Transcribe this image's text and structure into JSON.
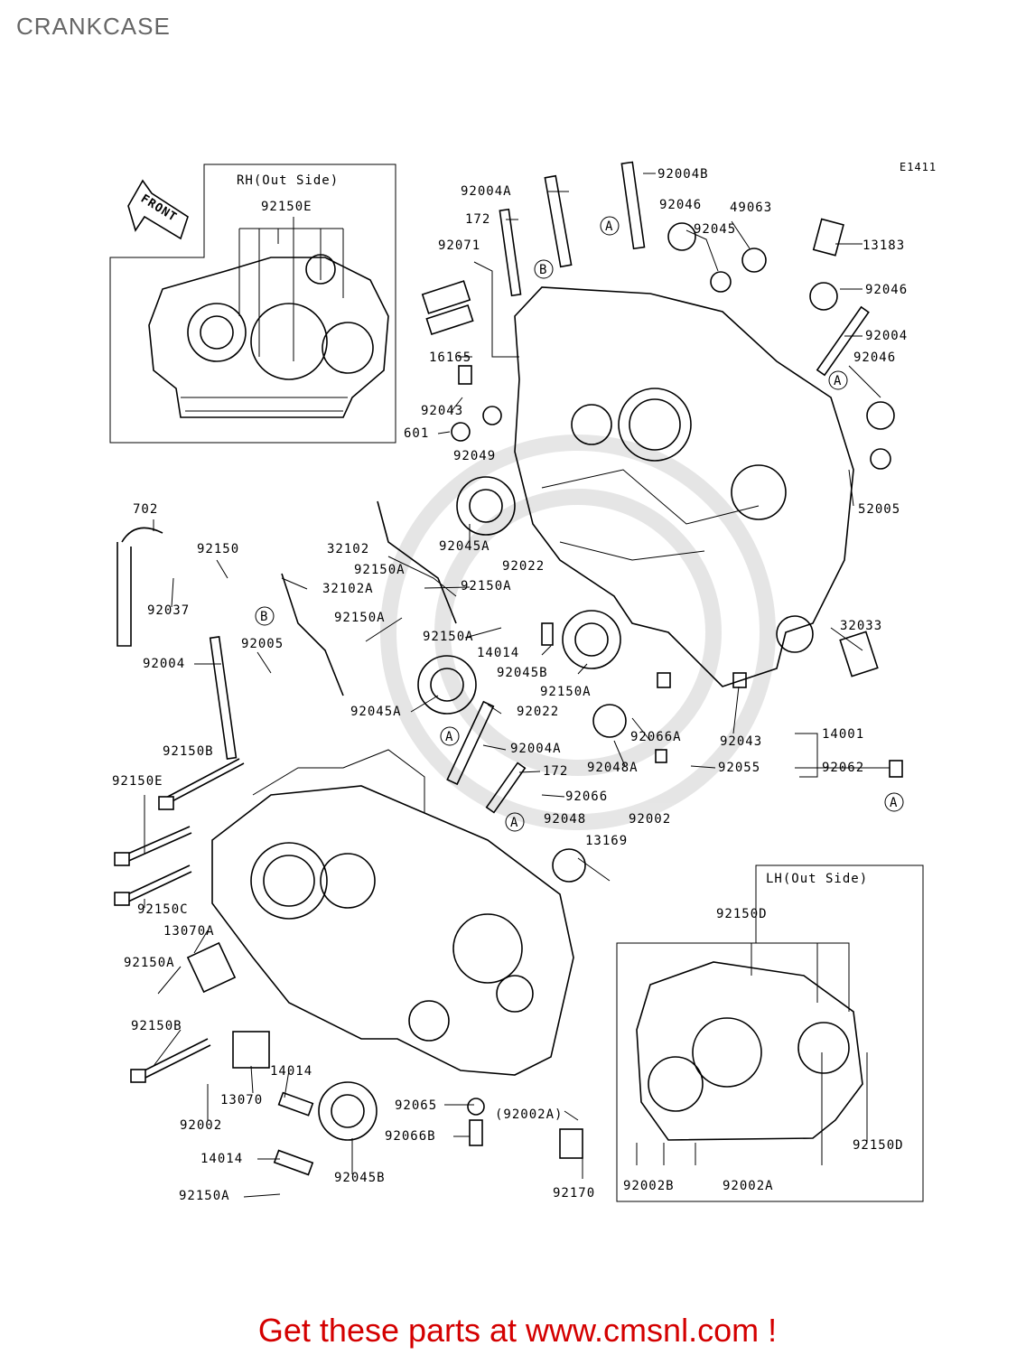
{
  "page": {
    "title": "CRANKCASE"
  },
  "footer": {
    "link_text": "Get these parts at www.cmsnl.com !"
  },
  "diagram": {
    "code": "E1411",
    "insets": {
      "rh": {
        "title": "RH(Out Side)",
        "part": "92150E"
      },
      "lh": {
        "title": "LH(Out Side)",
        "parts": [
          "92150D",
          "92150D",
          "92002B",
          "92002A"
        ]
      }
    },
    "front_arrow": "FRONT",
    "callout_letters": [
      "A",
      "B"
    ],
    "callouts": [
      "92004B",
      "92004A",
      "172",
      "92071",
      "16165",
      "92043",
      "601",
      "92049",
      "92046",
      "92045",
      "49063",
      "13183",
      "92046",
      "92004",
      "92046",
      "52005",
      "92045A",
      "32102",
      "92150A",
      "92022",
      "92150A",
      "32102A",
      "92150A",
      "92150A",
      "14014",
      "92045B",
      "32033",
      "702",
      "92150",
      "92037",
      "92004",
      "92005",
      "92045A",
      "92022",
      "92150A",
      "92004A",
      "172",
      "92066A",
      "92043",
      "14001",
      "92048A",
      "92055",
      "92062",
      "92066",
      "92150B",
      "92150E",
      "92150C",
      "92048",
      "92002",
      "13169",
      "13070A",
      "92150A",
      "92150B",
      "92002",
      "13070",
      "14014",
      "14014",
      "92150A",
      "92045B",
      "92065",
      "(92002A)",
      "92066B",
      "92170"
    ]
  }
}
